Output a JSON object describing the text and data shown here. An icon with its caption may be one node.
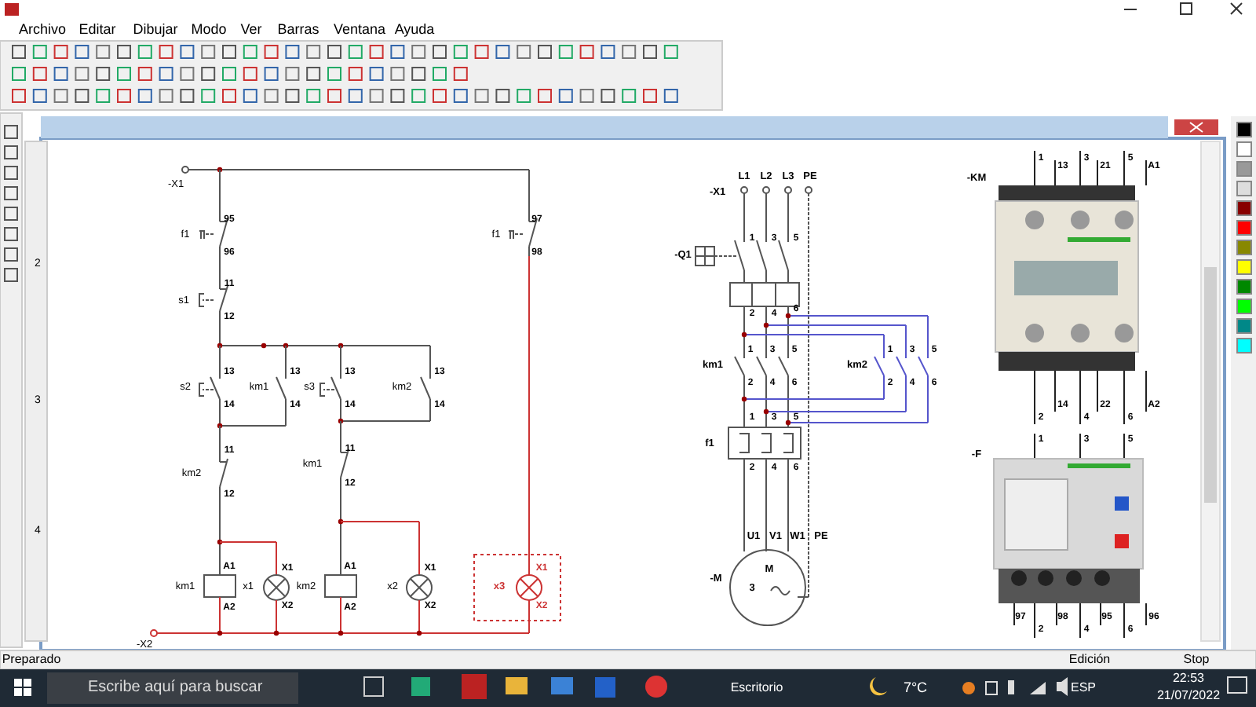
{
  "diagram": {
    "labels": [
      "Archivo",
      "Editar",
      "Dibujar",
      "Modo",
      "Ver",
      "Barras",
      "Ventana",
      "Ayuda",
      "2",
      "3",
      "4",
      "-X1",
      "95",
      "f1",
      "96",
      "97",
      "f1",
      "98",
      "11",
      "s1",
      "12",
      "13",
      "s2",
      "14",
      "km1",
      "13",
      "14",
      "s3",
      "13",
      "14",
      "km2",
      "13",
      "14",
      "11",
      "km2",
      "12",
      "11",
      "km1",
      "12",
      "A1",
      "km1",
      "A2",
      "x1",
      "X1",
      "X2",
      "A1",
      "km2",
      "A2",
      "x2",
      "X1",
      "X2",
      "x3",
      "X1",
      "X2",
      "-X2",
      "L1",
      "L2",
      "L3",
      "PE",
      "-X1",
      "1",
      "3",
      "5",
      "-Q1",
      "2",
      "4",
      "6",
      "1",
      "3",
      "5",
      "km1",
      "2",
      "4",
      "6",
      "1",
      "3",
      "5",
      "km2",
      "2",
      "4",
      "6",
      "1",
      "3",
      "5",
      "f1",
      "2",
      "4",
      "6",
      "U1",
      "V1",
      "W1",
      "PE",
      "-M",
      "M",
      "3",
      "-KM",
      "1",
      "13",
      "3",
      "21",
      "5",
      "A1",
      "2",
      "14",
      "4",
      "22",
      "6",
      "A2",
      "-F",
      "1",
      "3",
      "5",
      "97",
      "2",
      "98",
      "4",
      "95",
      "6",
      "96",
      "Preparado",
      "Edición",
      "Stop",
      "Escribe aquí para buscar",
      "Escritorio",
      "7°C",
      "ESP",
      "22:53",
      "21/07/2022"
    ]
  }
}
